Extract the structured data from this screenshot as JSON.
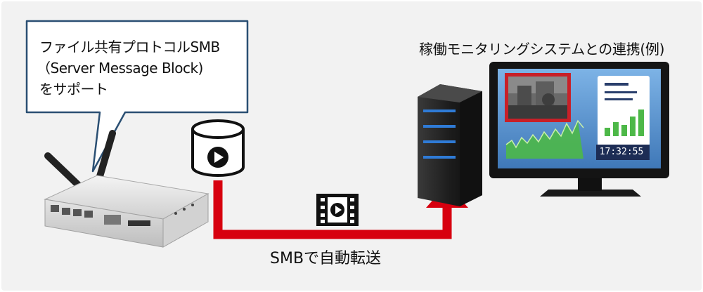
{
  "callout": {
    "lines": [
      "ファイル共有プロトコルSMB",
      "（Server Message Block)",
      "をサポート"
    ]
  },
  "system_title": "稼働モニタリングシステムとの連携(例)",
  "transfer_label": "SMBで自動転送",
  "monitor": {
    "clock": "17:32:55"
  },
  "colors": {
    "arrow": "#d7000f",
    "bubble_border": "#2a4f73",
    "screen": "#6aa3d9",
    "chart_green": "#4db848"
  },
  "icons": {
    "storage": "database-play-icon",
    "video": "film-play-icon"
  }
}
